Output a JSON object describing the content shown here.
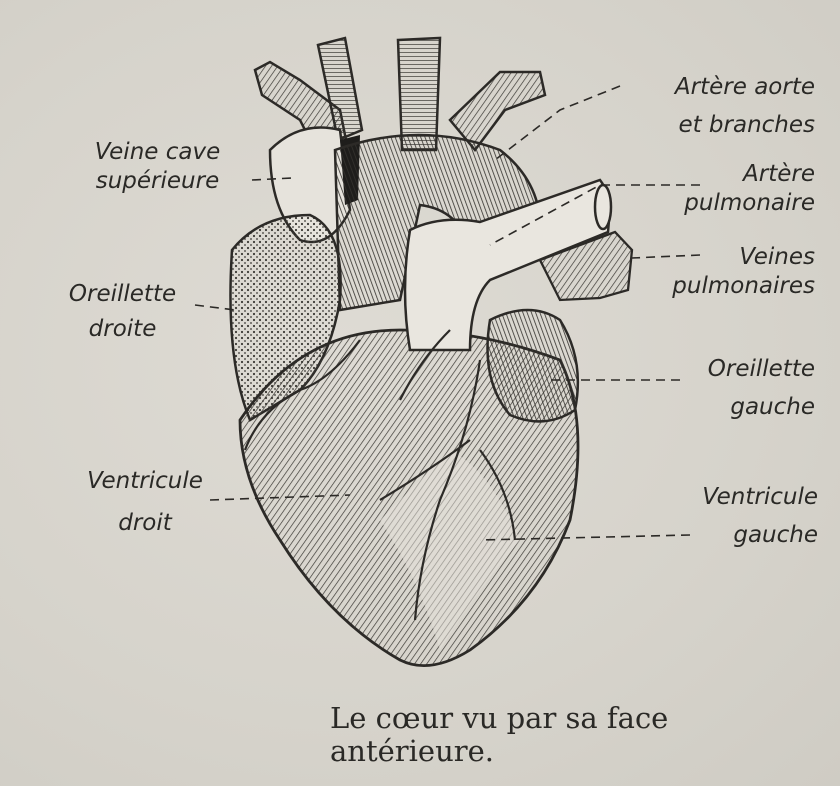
{
  "labels": {
    "aorta_1": "Artère aorte",
    "aorta_2": "et branches",
    "pulm_art_1": "Artère",
    "pulm_art_2": "pulmonaire",
    "pulm_veins_1": "Veines",
    "pulm_veins_2": "pulmonaires",
    "vena_cava_1": "Veine cave",
    "vena_cava_2": "supérieure",
    "right_atrium_1": "Oreillette",
    "right_atrium_2": "droite",
    "left_atrium_1": "Oreillette",
    "left_atrium_2": "gauche",
    "right_ventricle_1": "Ventricule",
    "right_ventricle_2": "droit",
    "left_ventricle_1": "Ventricule",
    "left_ventricle_2": "gauche"
  },
  "caption": {
    "line1": "Le cœur vu par sa face",
    "line2": "antérieure."
  }
}
